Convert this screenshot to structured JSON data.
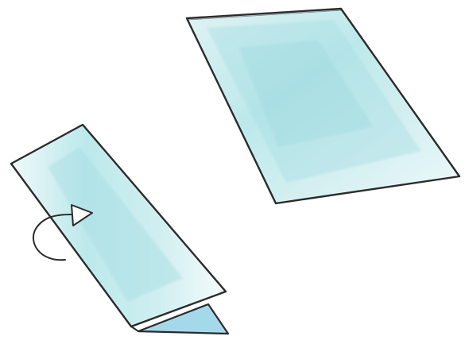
{
  "illustration": {
    "colors": {
      "background": "#ffffff",
      "paper_wash_light": "#dff3f5",
      "paper_wash_mid": "#b9e7ea",
      "paper_wash_dark": "#8fd3da",
      "outline": "#2b2b2b",
      "underside": "#9fd7ea"
    },
    "objects": [
      {
        "name": "flat-paper",
        "icon": "watercolor-paper-sheet"
      },
      {
        "name": "folded-paper",
        "icon": "watercolor-folded-paper"
      },
      {
        "name": "rotate-arrow",
        "icon": "curved-arrow"
      }
    ]
  }
}
